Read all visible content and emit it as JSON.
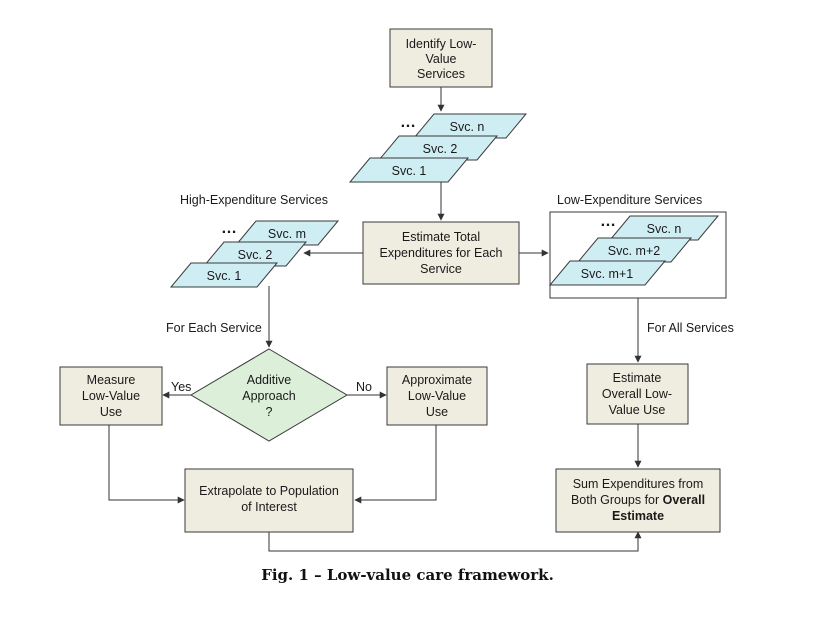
{
  "caption": "Fig. 1 – Low-value care framework.",
  "colors": {
    "process_box": "#efece0",
    "data_parallelogram": "#cfeef3",
    "decision_diamond": "#dcefd9",
    "line": "#333333"
  },
  "nodes": {
    "identify": [
      "Identify Low-",
      "Value",
      "Services"
    ],
    "estimate_total": [
      "Estimate Total",
      "Expenditures for Each",
      "Service"
    ],
    "measure": [
      "Measure",
      "Low-Value",
      "Use"
    ],
    "additive": [
      "Additive",
      "Approach",
      "?"
    ],
    "approximate": [
      "Approximate",
      "Low-Value",
      "Use"
    ],
    "extrapolate": [
      "Extrapolate to Population",
      "of Interest"
    ],
    "estimate_overall": [
      "Estimate",
      "Overall Low-",
      "Value Use"
    ],
    "sum": {
      "line1": "Sum Expenditures from",
      "line2_plain": "Both Groups for ",
      "line2_bold": "Overall",
      "line3_bold": "Estimate"
    }
  },
  "service_stacks": {
    "top": {
      "ellipsis": "…",
      "items": [
        "Svc. n",
        "Svc. 2",
        "Svc. 1"
      ]
    },
    "high": {
      "heading": "High-Expenditure Services",
      "ellipsis": "…",
      "items": [
        "Svc. m",
        "Svc. 2",
        "Svc. 1"
      ]
    },
    "low": {
      "heading": "Low-Expenditure Services",
      "ellipsis": "…",
      "items": [
        "Svc. n",
        "Svc. m+2",
        "Svc. m+1"
      ]
    }
  },
  "edge_labels": {
    "for_each_service": "For Each Service",
    "for_all_services": "For All Services",
    "yes": "Yes",
    "no": "No"
  }
}
